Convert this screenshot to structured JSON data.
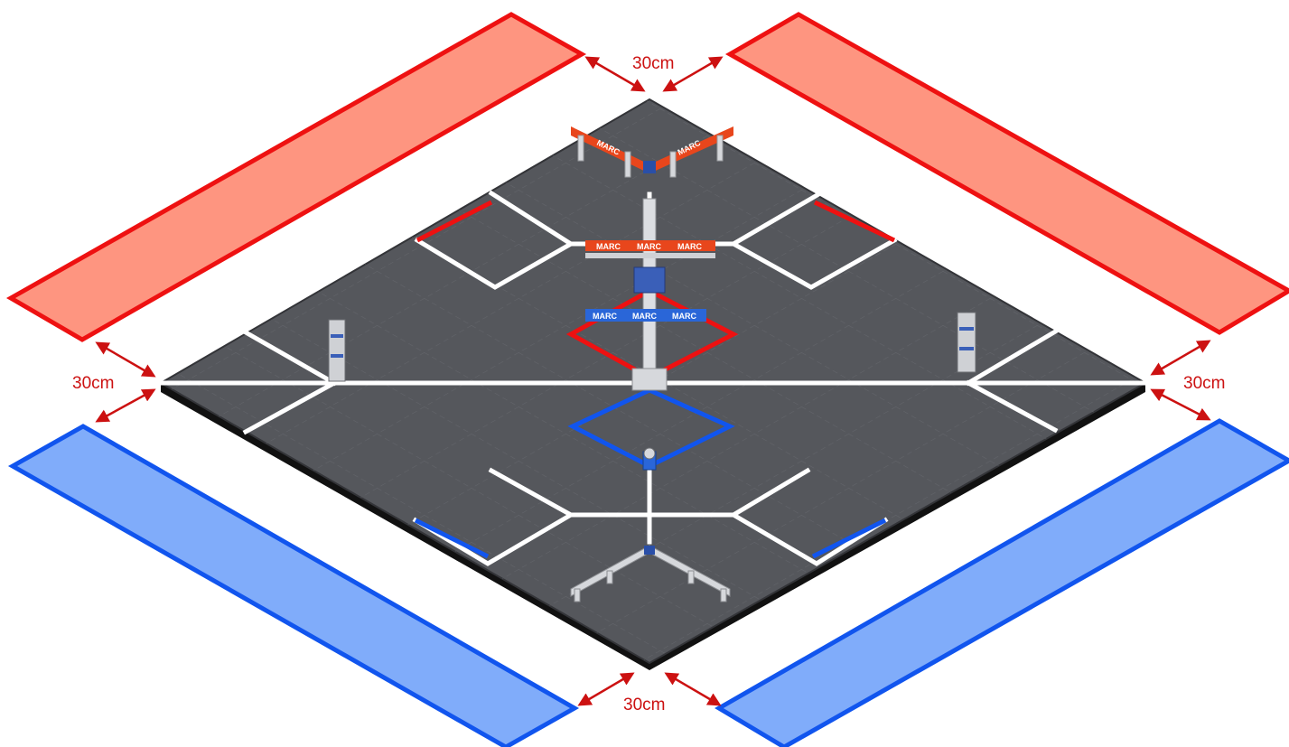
{
  "dimensions": {
    "top": "30cm",
    "left": "30cm",
    "right": "30cm",
    "bottom": "30cm"
  },
  "banners": {
    "text": "MARC"
  },
  "colors": {
    "red_zone_fill": "#fe9580",
    "red_zone_stroke": "#ee1111",
    "blue_zone_fill": "#80acfa",
    "blue_zone_stroke": "#1155ee",
    "field": "#55575c",
    "field_edge": "#111111",
    "tape_white": "#ffffff",
    "tape_red": "#ee1111",
    "tape_blue": "#1155ee",
    "arrow": "#cc1111",
    "label": "#cc1111"
  },
  "icons": {
    "arrow": "double-headed-arrow-icon"
  }
}
